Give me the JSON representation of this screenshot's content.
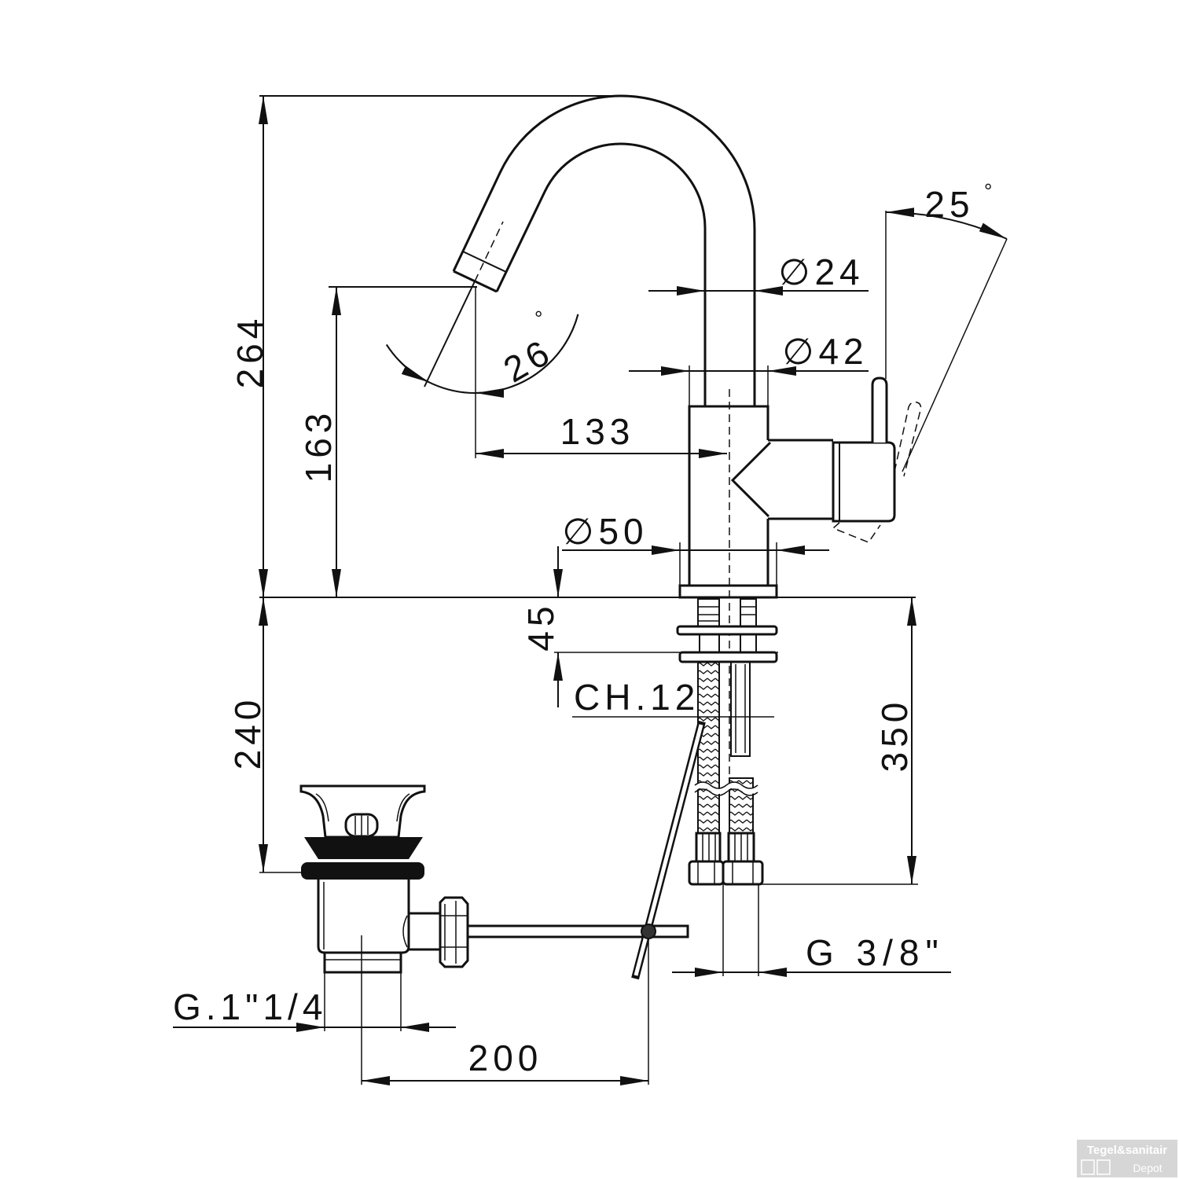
{
  "drawing": {
    "labels": {
      "total_height": "264",
      "spout_outlet_height": "163",
      "spout_reach": "133",
      "spout_diameter": "∅24",
      "body_diameter": "∅42",
      "base_diameter": "∅50",
      "lever_angle": "25",
      "spout_angle": "26",
      "degree_mark": "°",
      "deck_thickness": "45",
      "wrench_size": "CH.12",
      "drain_height": "240",
      "hose_length": "350",
      "hose_thread": "G 3/8\"",
      "waste_thread": "G.1\"1/4",
      "rod_distance": "200"
    }
  },
  "watermark": {
    "brand": "Tegel&sanitair",
    "sub": "Depot"
  }
}
